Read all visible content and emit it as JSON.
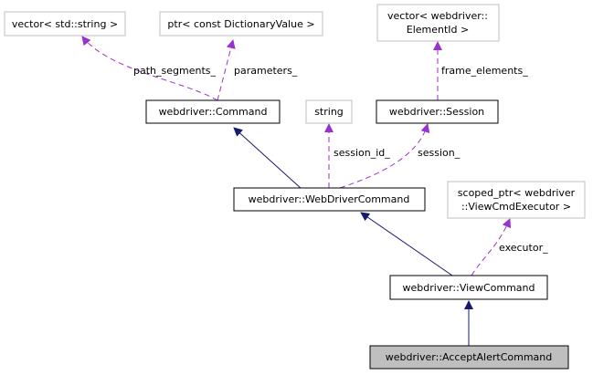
{
  "colors": {
    "inheritance_edge": "#191970",
    "usage_edge": "#9a32cd",
    "class_border": "#000000",
    "external_border": "#bfbfbf",
    "focus_fill": "#bfbfbf"
  },
  "nodes": {
    "vector_string": {
      "lines": [
        "vector< std::string >"
      ]
    },
    "ptr_dictionary": {
      "lines": [
        "ptr< const DictionaryValue >"
      ]
    },
    "vector_elementid": {
      "lines": [
        "vector< webdriver::",
        "ElementId >"
      ]
    },
    "command": {
      "lines": [
        "webdriver::Command"
      ]
    },
    "string": {
      "lines": [
        "string"
      ]
    },
    "session": {
      "lines": [
        "webdriver::Session"
      ]
    },
    "scoped_ptr": {
      "lines": [
        "scoped_ptr< webdriver",
        "::ViewCmdExecutor >"
      ]
    },
    "webdriver_command": {
      "lines": [
        "webdriver::WebDriverCommand"
      ]
    },
    "view_command": {
      "lines": [
        "webdriver::ViewCommand"
      ]
    },
    "accept_alert": {
      "lines": [
        "webdriver::AcceptAlertCommand"
      ]
    }
  },
  "edge_labels": {
    "path_segments": "path_segments_",
    "parameters": "parameters_",
    "frame_elements": "frame_elements_",
    "session_id": "session_id_",
    "session": "session_",
    "executor": "executor_"
  }
}
